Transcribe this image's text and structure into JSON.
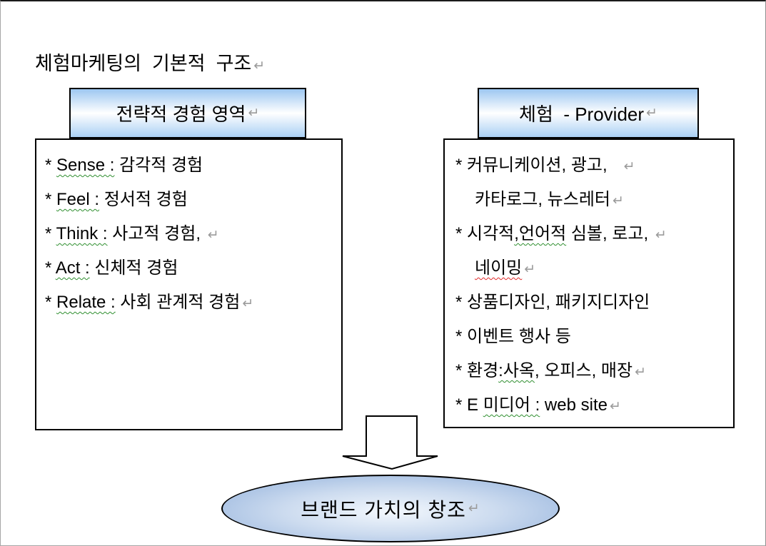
{
  "title": {
    "text": "체험마케팅의  기본적  구조",
    "return_mark": "↵"
  },
  "left_panel": {
    "header": {
      "text": "전략적 경험 영역",
      "return_mark": "↵"
    },
    "items": [
      {
        "segments": [
          {
            "text": "* "
          },
          {
            "text": "Sense :",
            "underline": "green"
          },
          {
            "text": " 감각적 경험"
          }
        ]
      },
      {
        "segments": [
          {
            "text": "* "
          },
          {
            "text": "Feel :",
            "underline": "green"
          },
          {
            "text": " 정서적 경험"
          }
        ]
      },
      {
        "segments": [
          {
            "text": "* "
          },
          {
            "text": "Think :",
            "underline": "green"
          },
          {
            "text": " 사고적 경험, "
          }
        ],
        "return_mark": "↵"
      },
      {
        "segments": [
          {
            "text": "* "
          },
          {
            "text": "Act :",
            "underline": "green"
          },
          {
            "text": " 신체적 경험"
          }
        ]
      },
      {
        "segments": [
          {
            "text": "* "
          },
          {
            "text": "Relate :",
            "underline": "green"
          },
          {
            "text": " 사회 관계적 경험"
          }
        ],
        "return_mark": "↵"
      }
    ]
  },
  "right_panel": {
    "header": {
      "text": "체험  - Provider",
      "return_mark": "↵"
    },
    "items": [
      {
        "segments": [
          {
            "text": "* 커뮤니케이션, 광고,   "
          }
        ],
        "return_mark": "↵"
      },
      {
        "continuation": true,
        "segments": [
          {
            "text": "카타로그, 뉴스레터"
          }
        ],
        "return_mark": "↵"
      },
      {
        "segments": [
          {
            "text": "* 시각적"
          },
          {
            "text": ",언어적",
            "underline": "green"
          },
          {
            "text": " 심볼, 로고, "
          }
        ],
        "return_mark": "↵"
      },
      {
        "continuation": true,
        "segments": [
          {
            "text": "네이밍",
            "underline": "red"
          }
        ],
        "return_mark": "↵"
      },
      {
        "segments": [
          {
            "text": "* 상품디자인, 패키지디자인"
          }
        ]
      },
      {
        "segments": [
          {
            "text": "* 이벤트 행사 등"
          }
        ]
      },
      {
        "segments": [
          {
            "text": "* 환경"
          },
          {
            "text": ":사옥",
            "underline": "green"
          },
          {
            "text": ", 오피스, 매장"
          }
        ],
        "return_mark": "↵"
      },
      {
        "segments": [
          {
            "text": "* E "
          },
          {
            "text": "미디어 :",
            "underline": "green"
          },
          {
            "text": " web site"
          }
        ],
        "return_mark": "↵"
      }
    ]
  },
  "conclusion": {
    "text": "브랜드 가치의 창조",
    "return_mark": "↵"
  },
  "colors": {
    "box_border": "#000000",
    "header_grad_top": "#9dc7f1",
    "header_grad_bottom": "#aad0f4",
    "ellipse_center": "#f3f8fd",
    "ellipse_edge": "#8fafdb",
    "spell_green": "#2f8f2f",
    "spell_red": "#e02b2b",
    "return_mark_color": "#9b9b9b"
  }
}
